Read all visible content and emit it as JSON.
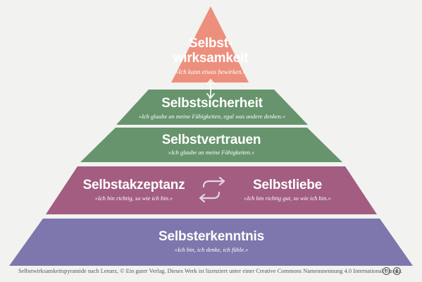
{
  "pyramid": {
    "layers": [
      {
        "title_line1": "Selbst-",
        "title_line2": "wirksamkeit",
        "subtitle": "»Ich kann etwas bewirken.«",
        "color": "#ec8f7c"
      },
      {
        "title": "Selbstsicherheit",
        "subtitle": "»Ich glaube an meine Fähigkeiten, egal was andere denken.«",
        "color": "#67946c"
      },
      {
        "title": "Selbstvertrauen",
        "subtitle": "»Ich glaube an meine Fähigkeiten.«",
        "color": "#67946c"
      },
      {
        "left_title": "Selbstakzeptanz",
        "left_subtitle": "»Ich bin richtig, so wie ich bin.«",
        "right_title": "Selbstliebe",
        "right_subtitle": "»Ich bin richtig gut, so wie ich bin.«",
        "color": "#a25d80"
      },
      {
        "title": "Selbsterkenntnis",
        "subtitle": "»Ich bin, ich denke, ich fühle.«",
        "color": "#7d77ad"
      }
    ],
    "vertical_arrow_icon": "double-arrow-vertical",
    "swap_arrows_icon": "swap-arrows-horizontal"
  },
  "footer": {
    "license_text": "Selbstwirksamkeitspyramide nach Lenarz, © Ein guter Verlag. Dieses Werk ist lizenziert unter einer Creative Commons Namensnennung 4.0 International Lizenz.",
    "cc_badge": "cc",
    "by_icon": "attribution-person-icon"
  }
}
